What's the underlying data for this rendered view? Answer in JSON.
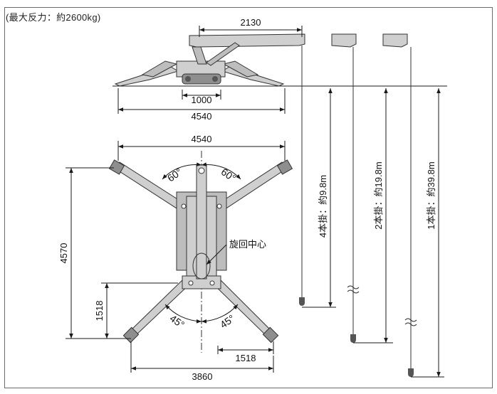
{
  "caption": "(最大反力：約2600kg)",
  "dimensions": {
    "boom_reach": "2130",
    "track_width": "1000",
    "side_outrigger_span": "4540",
    "top_outrigger_span": "4540",
    "total_length": "4570",
    "rear_offset": "1518",
    "rear_right_offset": "1518",
    "rear_outrigger_span": "3860"
  },
  "angles": {
    "front_left": "60°",
    "front_right": "60°",
    "rear_left": "45°",
    "rear_right": "45°"
  },
  "labels": {
    "rotation_center": "旋回中心",
    "hook_4": "4本掛：約9.8m",
    "hook_2": "2本掛：約19.8m",
    "hook_1": "1本掛：約39.8m"
  },
  "colors": {
    "machine_fill": "#cfcfcf",
    "machine_dark": "#8e8e8e",
    "line": "#1a1a1a"
  }
}
